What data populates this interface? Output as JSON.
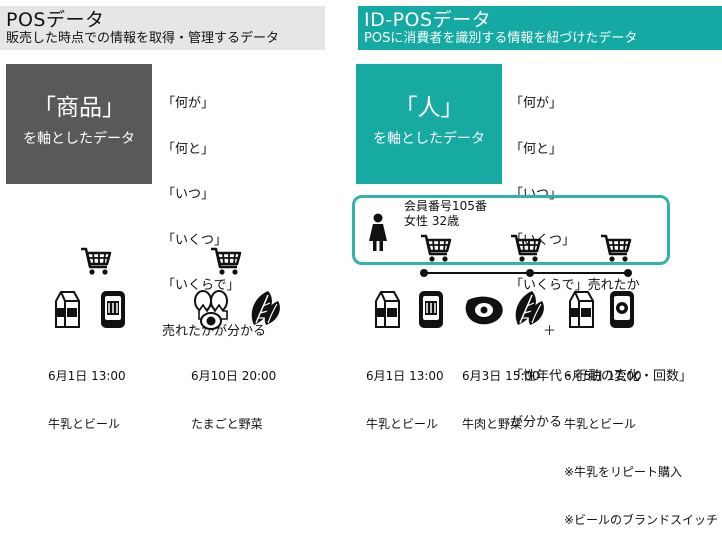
{
  "pos": {
    "title": "POSデータ",
    "subtitle": "販売した時点での情報を取得・管理するデータ",
    "subject_main": "「商品」",
    "subject_sub": "を軸としたデータ",
    "questions": [
      "「何が」",
      "「何と」",
      "「いつ」",
      "「いくつ」",
      "「いくらで」",
      "売れたかが分かる"
    ],
    "transactions": [
      {
        "date": "6月1日 13:00",
        "items": "牛乳とビール"
      },
      {
        "date": "6月10日 20:00",
        "items": "たまごと野菜"
      }
    ]
  },
  "idpos": {
    "title": "ID-POSデータ",
    "subtitle": "POSに消費者を識別する情報を紐づけたデータ",
    "subject_main": "「人」",
    "subject_sub": "を軸としたデータ",
    "questions": [
      "「何が」",
      "「何と」",
      "「いつ」",
      "「いくつ」",
      "「いくらで」売れたか",
      "        ＋",
      "「性年代・行動の変化・回数」",
      "が分かる"
    ],
    "member_id": "会員番号105番",
    "member_profile": "女性 32歳",
    "transactions": [
      {
        "date": "6月1日 13:00",
        "items": "牛乳とビール"
      },
      {
        "date": "6月3日 15:00",
        "items": "牛肉と野菜"
      },
      {
        "date": "6月5日 17:00",
        "items": "牛乳とビール"
      }
    ],
    "notes": [
      "※牛乳をリピート購入",
      "※ビールのブランドスイッチ"
    ]
  },
  "icons": {
    "cart": "shopping-cart-icon",
    "milk": "milk-carton-icon",
    "beer": "beer-can-icon",
    "eggs": "eggs-icon",
    "vegetable": "leaf-vegetable-icon",
    "meat": "steak-icon",
    "person": "woman-icon"
  },
  "colors": {
    "teal": "#14a9a2",
    "dark_gray": "#595959",
    "light_gray": "#e6e6e6"
  }
}
